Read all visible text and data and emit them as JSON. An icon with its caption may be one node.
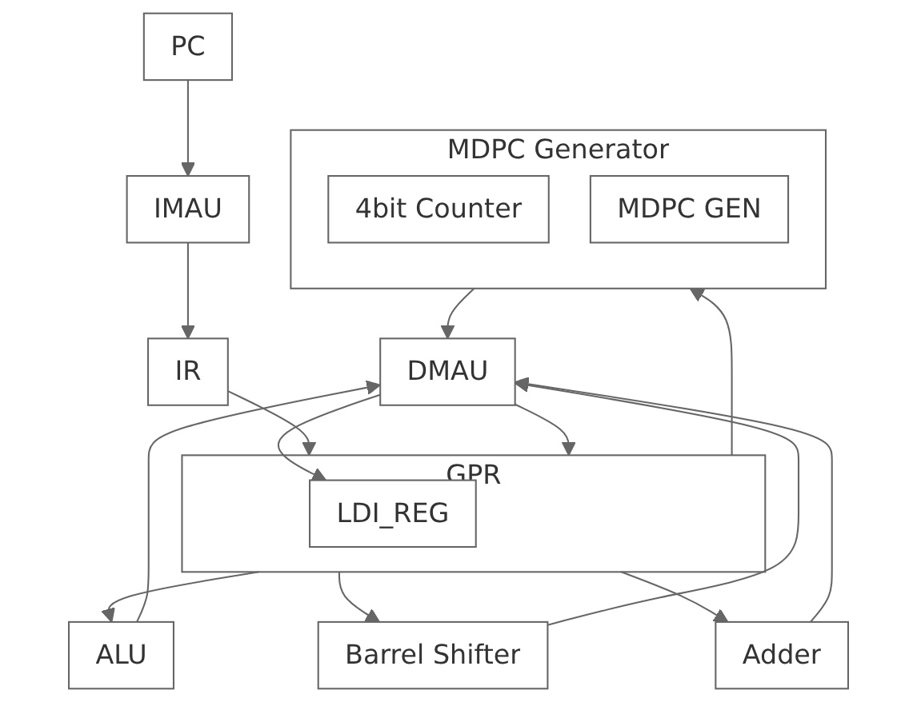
{
  "diagram": {
    "nodes": [
      {
        "text": [
          "PC"
        ]
      },
      {
        "text": [
          "IMAU"
        ]
      },
      {
        "text": [
          "IR"
        ]
      },
      {
        "text": [
          "GPR"
        ]
      },
      {
        "text": [
          "MDPC Generator"
        ]
      },
      {
        "text": [
          "4bit Counter"
        ],
        "in": 4
      },
      {
        "text": [
          "MDPC GEN"
        ],
        "in": 4
      },
      {
        "text": [
          "ALU"
        ]
      },
      {
        "text": [
          "Barrel Shifter"
        ]
      },
      {
        "text": [
          "Adder"
        ]
      },
      {
        "text": [
          "DMAU"
        ]
      },
      {
        "text": [
          "LDI_REG"
        ],
        "in": 3
      }
    ],
    "edges": [
      {
        "from": 0,
        "to": 1,
        "arrow": "to"
      },
      {
        "from": 1,
        "to": 2,
        "arrow": "to"
      },
      {
        "from": 2,
        "to": 3,
        "arrow": "to"
      },
      {
        "from": 3,
        "to": 7,
        "arrow": "to"
      },
      {
        "from": 3,
        "to": 4,
        "arrow": "to"
      },
      {
        "from": 3,
        "to": 8,
        "arrow": "to"
      },
      {
        "from": 3,
        "to": 9,
        "arrow": "to"
      },
      {
        "from": 7,
        "to": 10,
        "arrow": "to"
      },
      {
        "from": 4,
        "to": 10,
        "arrow": "to"
      },
      {
        "from": 8,
        "to": 10,
        "arrow": "to"
      },
      {
        "from": 9,
        "to": 10,
        "arrow": "to"
      },
      {
        "from": 10,
        "to": 3,
        "arrow": "to"
      },
      {
        "from": 10,
        "to": 11,
        "arrow": "to"
      }
    ]
  }
}
